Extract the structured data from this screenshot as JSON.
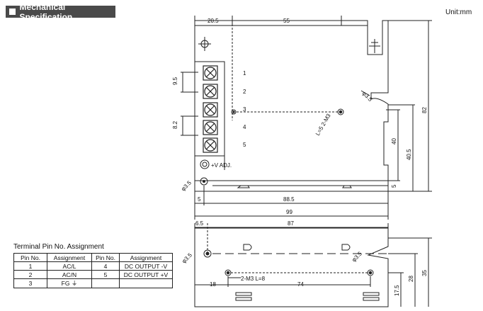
{
  "header": {
    "title": "Mechanical Specification"
  },
  "unit_label": "Unit:mm",
  "top_view": {
    "dim_top_1": "20.5",
    "dim_top_2": "55",
    "pitch_1": "9.5",
    "pitch_2": "8.2",
    "terminal_numbers": [
      "1",
      "2",
      "3",
      "4",
      "5"
    ],
    "vadj_label": "+V ADJ.",
    "hole_left": "φ3.5",
    "hole_right": "φ3.5",
    "screw_label": "L=5  2-M3",
    "dim_right_82": "82",
    "dim_right_40_5": "40.5",
    "dim_right_40": "40",
    "dim_right_5": "5",
    "dim_bottom_5": "5",
    "dim_bottom_88_5": "88.5",
    "dim_bottom_99": "99"
  },
  "side_view": {
    "dim_6_5": "6.5",
    "dim_87": "87",
    "hole_left": "φ3.5",
    "hole_right": "φ3.5",
    "screw_label": "2-M3  L=8",
    "dim_18": "18",
    "dim_74": "74",
    "dim_17_5": "17.5",
    "dim_28": "28",
    "dim_35": "35"
  },
  "terminal_table": {
    "title": "Terminal Pin No.  Assignment",
    "headers": [
      "Pin No.",
      "Assignment",
      "Pin No.",
      "Assignment"
    ],
    "rows": [
      [
        "1",
        "AC/L",
        "4",
        "DC OUTPUT -V"
      ],
      [
        "2",
        "AC/N",
        "5",
        "DC OUTPUT +V"
      ],
      [
        "3",
        "FG ⏚",
        "",
        ""
      ]
    ]
  }
}
